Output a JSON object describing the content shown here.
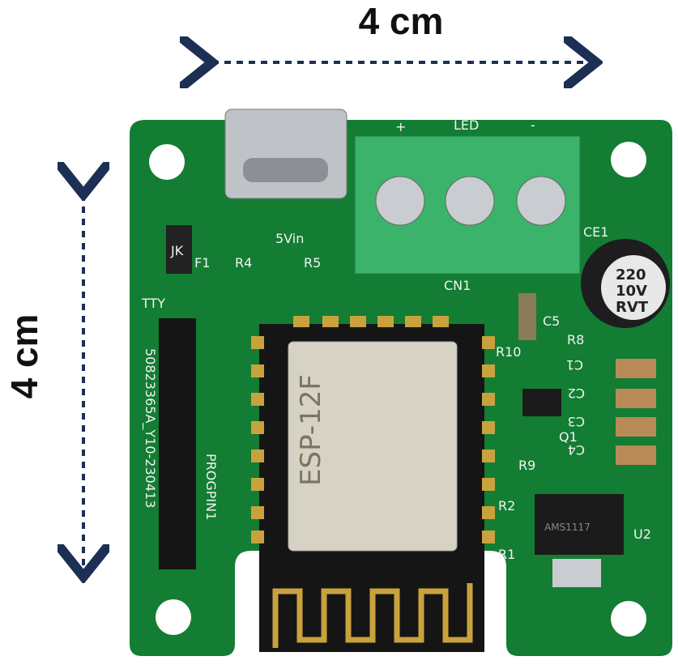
{
  "dimensions": {
    "width_label": "4 cm",
    "height_label": "4 cm"
  },
  "silkscreen": {
    "plus": "+",
    "led": "LED",
    "minus": "-",
    "vin": "5Vin",
    "r4": "R4",
    "r5": "R5",
    "f1": "F1",
    "jk": "JK",
    "cn1": "CN1",
    "tty": "TTY",
    "prog": "PROGPIN1",
    "serial": "50823365A_Y10-230413",
    "c1": "C1",
    "c2": "C2",
    "c3": "C3",
    "c4": "C4",
    "c5": "C5",
    "r8": "R8",
    "r9": "R9",
    "r10": "R10",
    "q1": "Q1",
    "r1": "R1",
    "r2": "R2",
    "u2": "U2",
    "ce1": "CE1"
  },
  "module": {
    "name": "ESP-12F"
  },
  "capacitor": {
    "line1": "220",
    "line2": "10V",
    "line3": "RVT"
  },
  "regulator": {
    "label": "AMS1117"
  },
  "colors": {
    "board": "#137d33",
    "arrow": "#1c2f55",
    "terminal": "#3bb36a"
  }
}
